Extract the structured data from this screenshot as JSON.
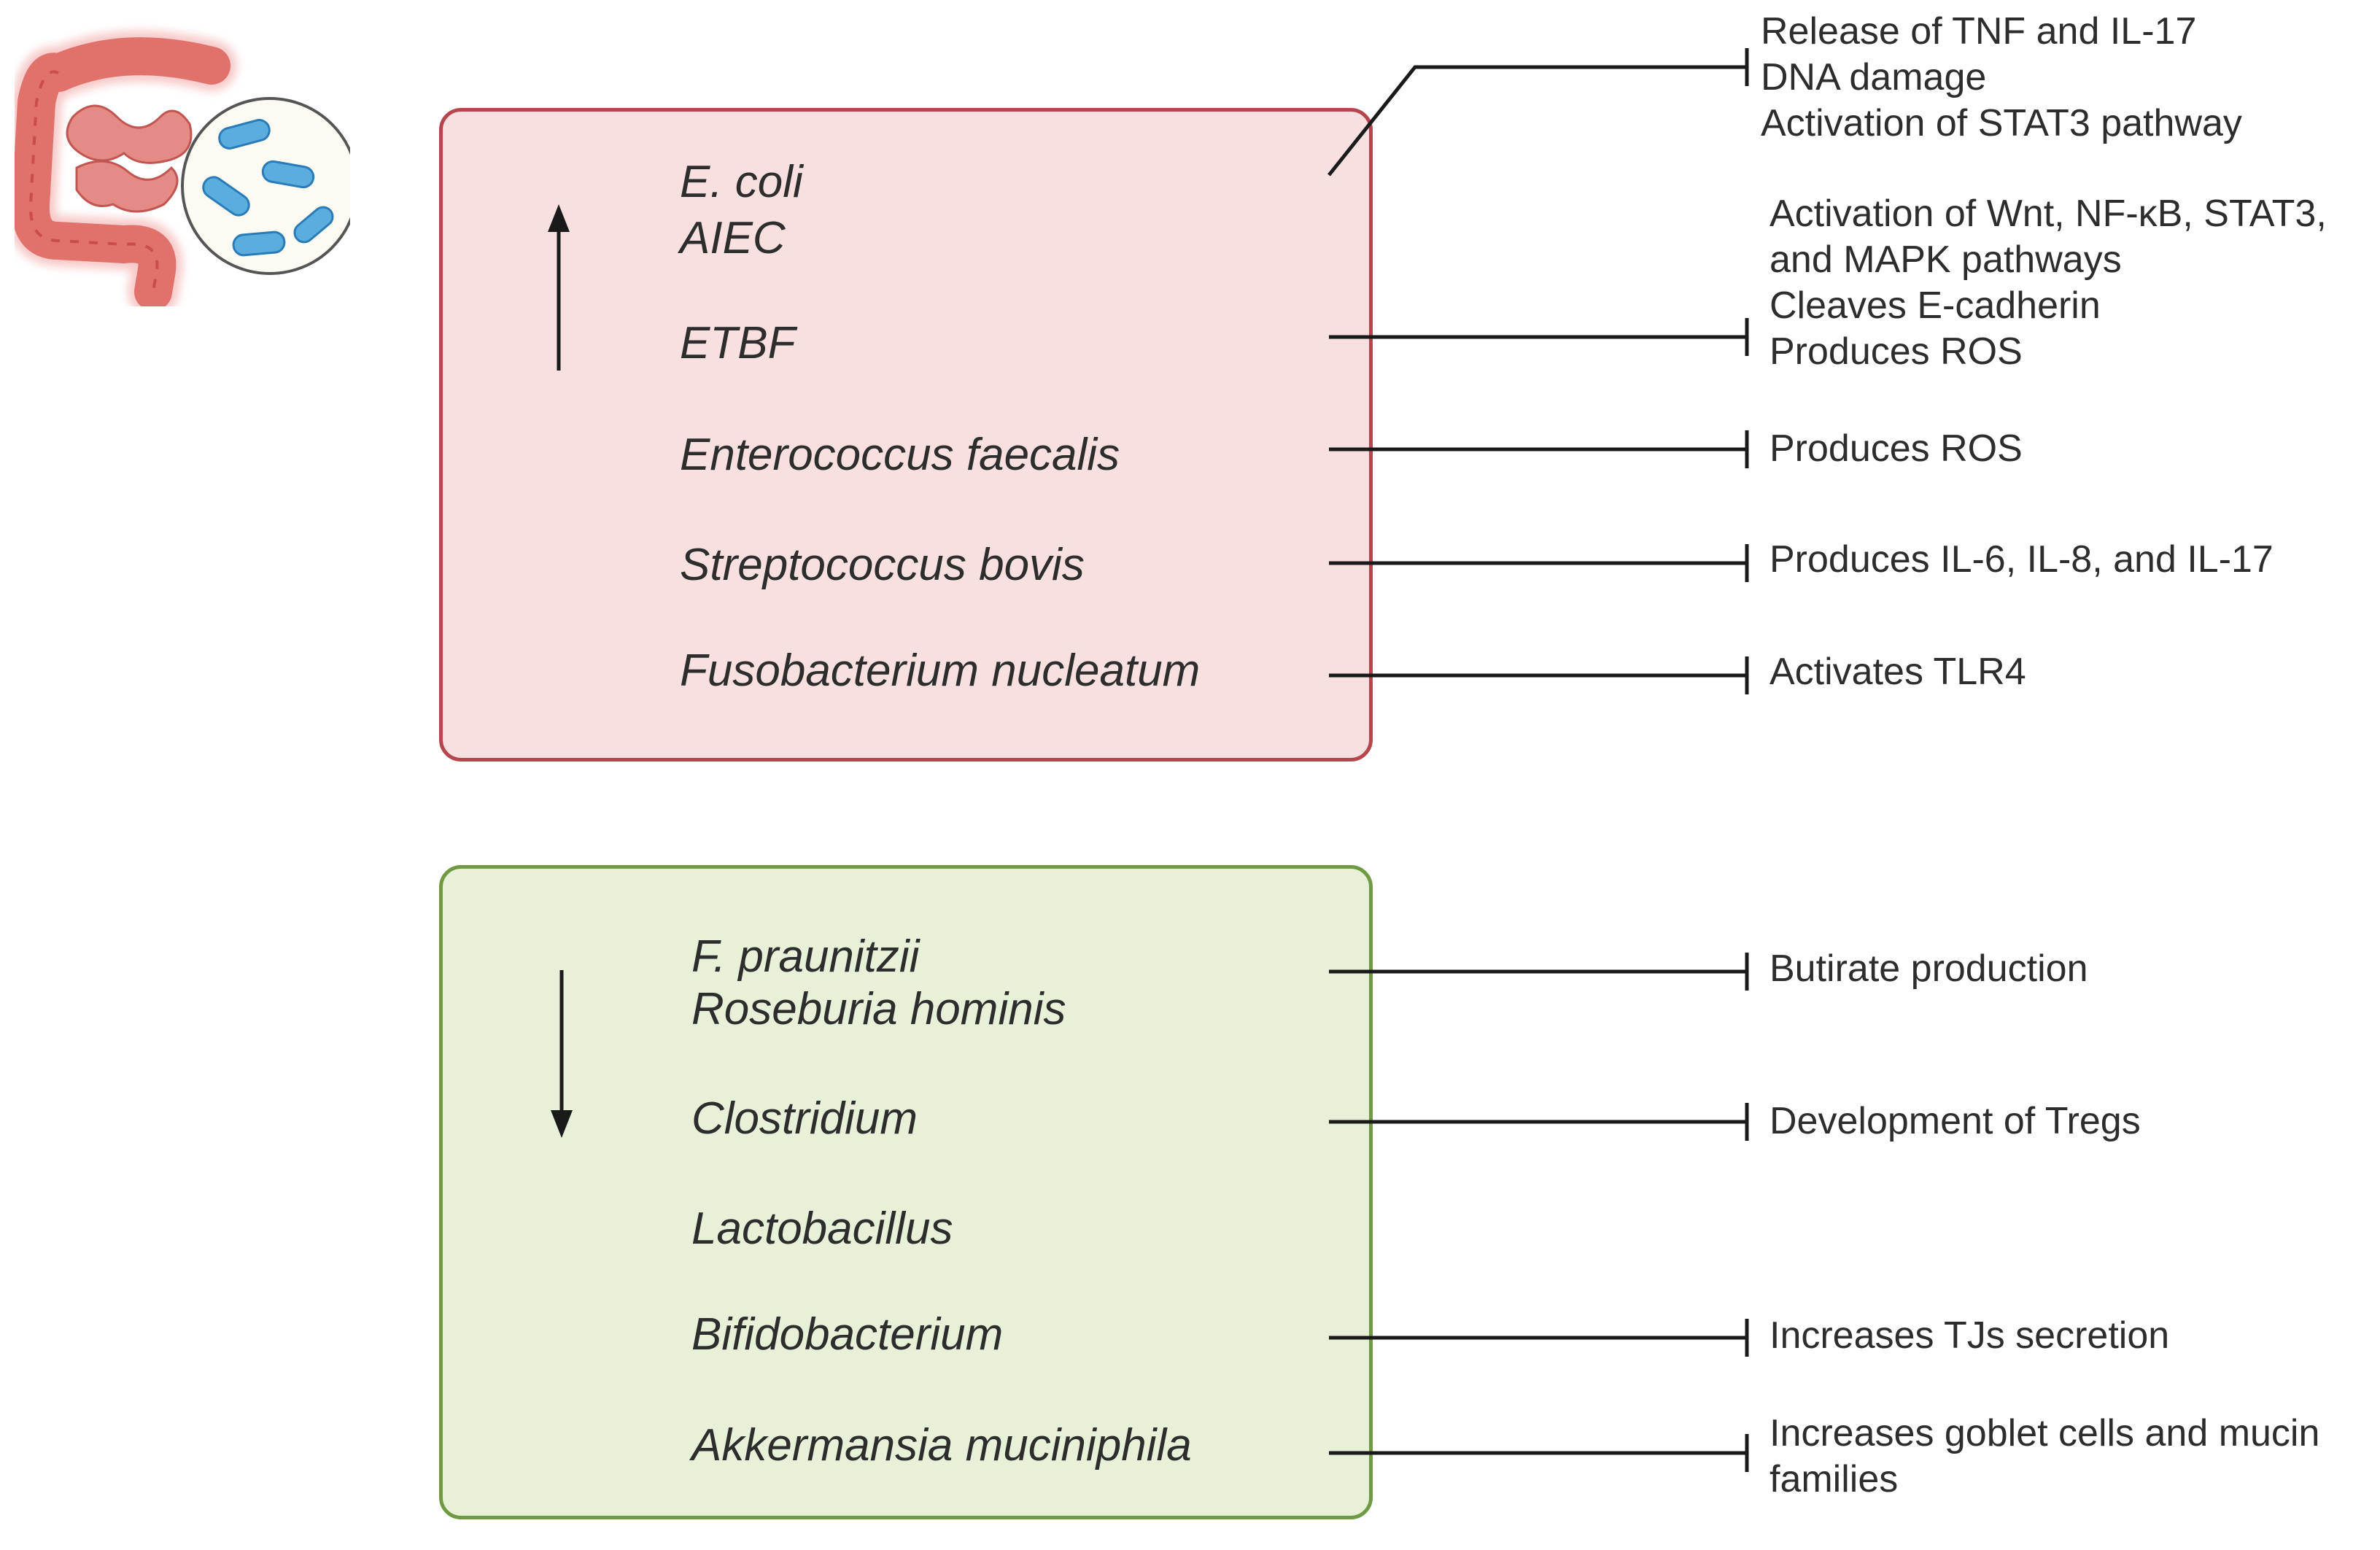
{
  "colors": {
    "increased_box_fill": "#f8dfe0",
    "increased_box_border": "#b6464d",
    "decreased_box_fill": "#e7f1d8",
    "decreased_box_border": "#6f9a43",
    "text": "#2d2d2d",
    "bacteria": "#5aaede"
  },
  "icons": {
    "colon": "colon-with-bacteria-icon",
    "increase": "up-arrow-icon",
    "decrease": "down-arrow-icon"
  },
  "increased": {
    "species": [
      "E. coli",
      "AIEC",
      "ETBF",
      "Enterococcus faecalis",
      "Streptococcus bovis",
      "Fusobacterium nucleatum"
    ],
    "effects": {
      "ecoli": [
        "Release of TNF and IL-17",
        "DNA damage",
        "Activation of STAT3 pathway"
      ],
      "etbf": [
        "Activation of Wnt, NF-κB, STAT3,",
        "and MAPK pathways",
        "Cleaves E-cadherin",
        "Produces ROS"
      ],
      "enterococcus": [
        "Produces ROS"
      ],
      "streptococcus": [
        "Produces IL-6, IL-8, and IL-17"
      ],
      "fusobacterium": [
        "Activates TLR4"
      ]
    }
  },
  "decreased": {
    "species": [
      "F. praunitzii",
      "Roseburia hominis",
      "Clostridium",
      "Lactobacillus",
      "Bifidobacterium",
      "Akkermansia muciniphila"
    ],
    "effects": {
      "fprau": [
        "Butirate production"
      ],
      "clostridium": [
        "Development of Tregs"
      ],
      "bifido": [
        "Increases TJs secretion"
      ],
      "akkermansia": [
        "Increases goblet cells and mucin",
        "families"
      ]
    }
  }
}
